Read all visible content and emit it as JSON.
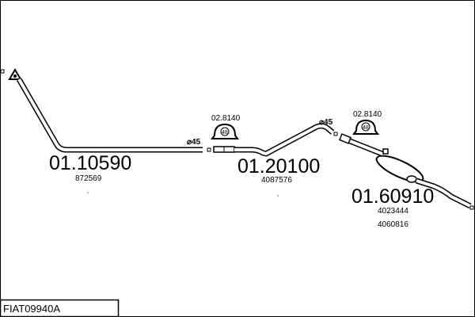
{
  "parts": [
    {
      "number": "01.10590",
      "refs": [
        "872569"
      ],
      "diameter": "⌀45"
    },
    {
      "number": "01.20100",
      "refs": [
        "4087576"
      ],
      "diameter": "⌀45"
    },
    {
      "number": "01.60910",
      "refs": [
        "4023444",
        "4060816"
      ]
    }
  ],
  "clamps": [
    {
      "number": "02.8140",
      "size": "48"
    },
    {
      "number": "02.8140",
      "size": "48"
    }
  ],
  "footer": {
    "code": "FIAT09940A"
  }
}
